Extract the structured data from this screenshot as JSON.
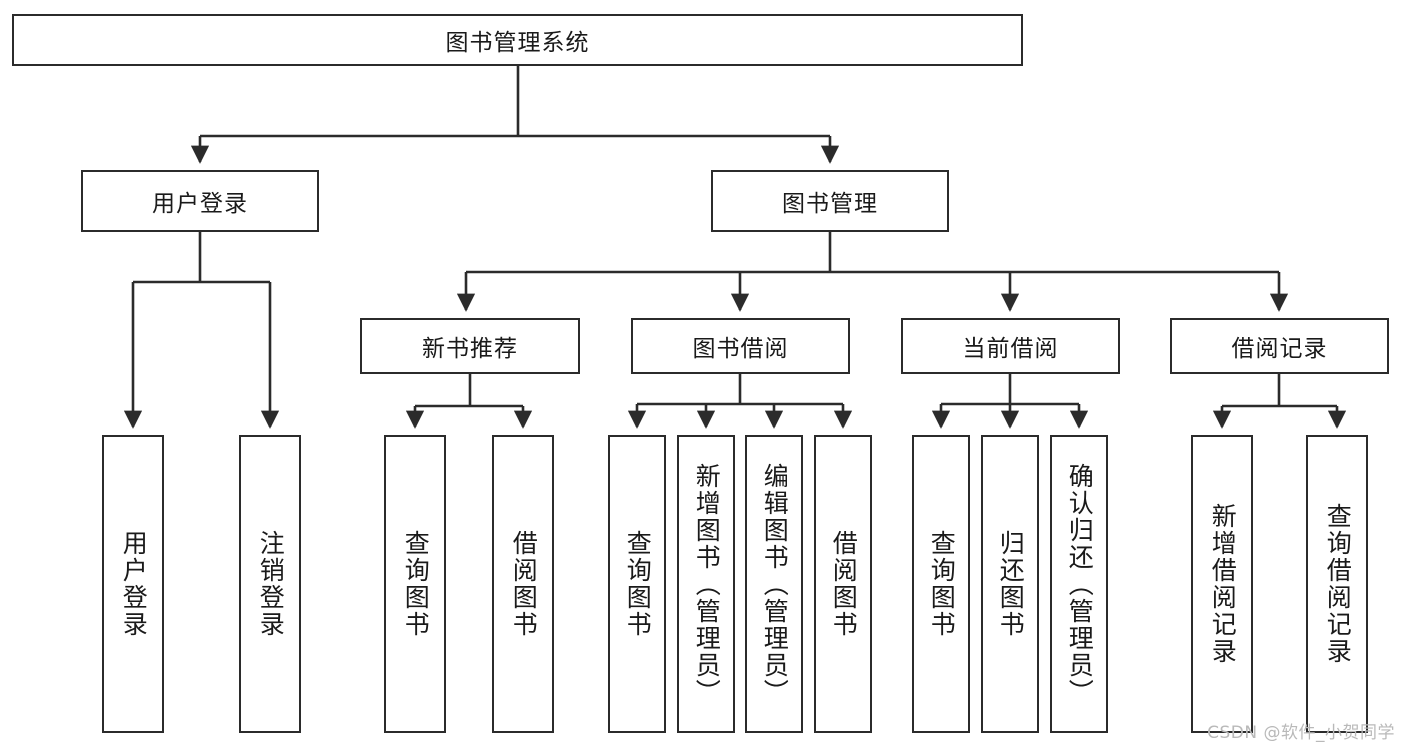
{
  "diagram": {
    "title": "图书管理系统",
    "watermark": "CSDN @软件_小贺同学",
    "line_color": "#2b2b2b",
    "box_fill": "#ffffff",
    "text_color": "#1a1a1a",
    "watermark_color": "#b9b9b9"
  },
  "nodes": {
    "root": {
      "label": "图书管理系统"
    },
    "level2": [
      {
        "id": "user-login",
        "label": "用户登录"
      },
      {
        "id": "book-manage",
        "label": "图书管理"
      }
    ],
    "level3": [
      {
        "id": "new-book-rec",
        "label": "新书推荐"
      },
      {
        "id": "book-borrow",
        "label": "图书借阅"
      },
      {
        "id": "current-borrow",
        "label": "当前借阅"
      },
      {
        "id": "borrow-record",
        "label": "借阅记录"
      }
    ],
    "leaves": {
      "user_login": [
        {
          "id": "leaf-user-login",
          "label": "用户登录"
        },
        {
          "id": "leaf-logout",
          "label": "注销登录"
        }
      ],
      "new_book_rec": [
        {
          "id": "leaf-query-book-1",
          "label": "查询图书"
        },
        {
          "id": "leaf-borrow-book-1",
          "label": "借阅图书"
        }
      ],
      "book_borrow": [
        {
          "id": "leaf-query-book-2",
          "label": "查询图书"
        },
        {
          "id": "leaf-add-book",
          "label": "新增图书（管理员）"
        },
        {
          "id": "leaf-edit-book",
          "label": "编辑图书（管理员）"
        },
        {
          "id": "leaf-borrow-book-2",
          "label": "借阅图书"
        }
      ],
      "current_borrow": [
        {
          "id": "leaf-query-book-3",
          "label": "查询图书"
        },
        {
          "id": "leaf-return-book",
          "label": "归还图书"
        },
        {
          "id": "leaf-confirm-return",
          "label": "确认归还（管理员）"
        }
      ],
      "borrow_record": [
        {
          "id": "leaf-add-record",
          "label": "新增借阅记录"
        },
        {
          "id": "leaf-query-record",
          "label": "查询借阅记录"
        }
      ]
    }
  }
}
